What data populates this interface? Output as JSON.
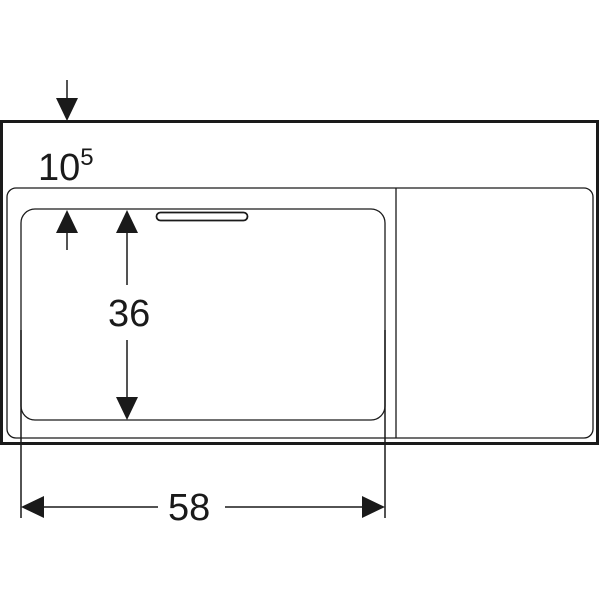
{
  "dimensions": {
    "top_offset": {
      "value": "10",
      "superscript": "5"
    },
    "basin_depth": "36",
    "basin_width": "58"
  },
  "colors": {
    "line": "#1a1a1a",
    "background": "#ffffff"
  }
}
